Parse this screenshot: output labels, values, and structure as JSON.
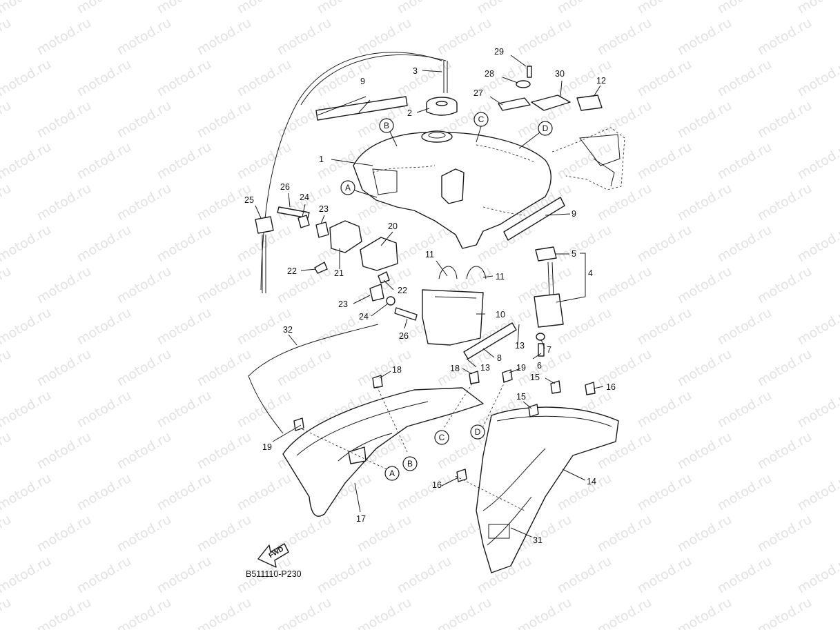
{
  "watermark": "motod.ru",
  "diagram_code": "B511110-P230",
  "fwd_label": "FWD",
  "callouts": [
    {
      "id": "c1",
      "text": "1"
    },
    {
      "id": "c2",
      "text": "2"
    },
    {
      "id": "c3",
      "text": "3"
    },
    {
      "id": "c4",
      "text": "4"
    },
    {
      "id": "c5",
      "text": "5"
    },
    {
      "id": "c6",
      "text": "6"
    },
    {
      "id": "c7",
      "text": "7"
    },
    {
      "id": "c8",
      "text": "8"
    },
    {
      "id": "c9a",
      "text": "9"
    },
    {
      "id": "c9b",
      "text": "9"
    },
    {
      "id": "c10",
      "text": "10"
    },
    {
      "id": "c11a",
      "text": "11"
    },
    {
      "id": "c11b",
      "text": "11"
    },
    {
      "id": "c12",
      "text": "12"
    },
    {
      "id": "c13a",
      "text": "13"
    },
    {
      "id": "c13b",
      "text": "13"
    },
    {
      "id": "c14",
      "text": "14"
    },
    {
      "id": "c15a",
      "text": "15"
    },
    {
      "id": "c15b",
      "text": "15"
    },
    {
      "id": "c16a",
      "text": "16"
    },
    {
      "id": "c16b",
      "text": "16"
    },
    {
      "id": "c17",
      "text": "17"
    },
    {
      "id": "c18a",
      "text": "18"
    },
    {
      "id": "c18b",
      "text": "18"
    },
    {
      "id": "c19a",
      "text": "19"
    },
    {
      "id": "c19b",
      "text": "19"
    },
    {
      "id": "c20",
      "text": "20"
    },
    {
      "id": "c21",
      "text": "21"
    },
    {
      "id": "c22a",
      "text": "22"
    },
    {
      "id": "c22b",
      "text": "22"
    },
    {
      "id": "c23a",
      "text": "23"
    },
    {
      "id": "c23b",
      "text": "23"
    },
    {
      "id": "c24a",
      "text": "24"
    },
    {
      "id": "c24b",
      "text": "24"
    },
    {
      "id": "c25",
      "text": "25"
    },
    {
      "id": "c26a",
      "text": "26"
    },
    {
      "id": "c26b",
      "text": "26"
    },
    {
      "id": "c27",
      "text": "27"
    },
    {
      "id": "c28",
      "text": "28"
    },
    {
      "id": "c29",
      "text": "29"
    },
    {
      "id": "c30",
      "text": "30"
    },
    {
      "id": "c31",
      "text": "31"
    },
    {
      "id": "c32",
      "text": "32"
    }
  ],
  "reference_markers": [
    {
      "id": "mA1",
      "text": "A"
    },
    {
      "id": "mB1",
      "text": "B"
    },
    {
      "id": "mC1",
      "text": "C"
    },
    {
      "id": "mD1",
      "text": "D"
    },
    {
      "id": "mA2",
      "text": "A"
    },
    {
      "id": "mB2",
      "text": "B"
    },
    {
      "id": "mC2",
      "text": "C"
    },
    {
      "id": "mD2",
      "text": "D"
    }
  ]
}
